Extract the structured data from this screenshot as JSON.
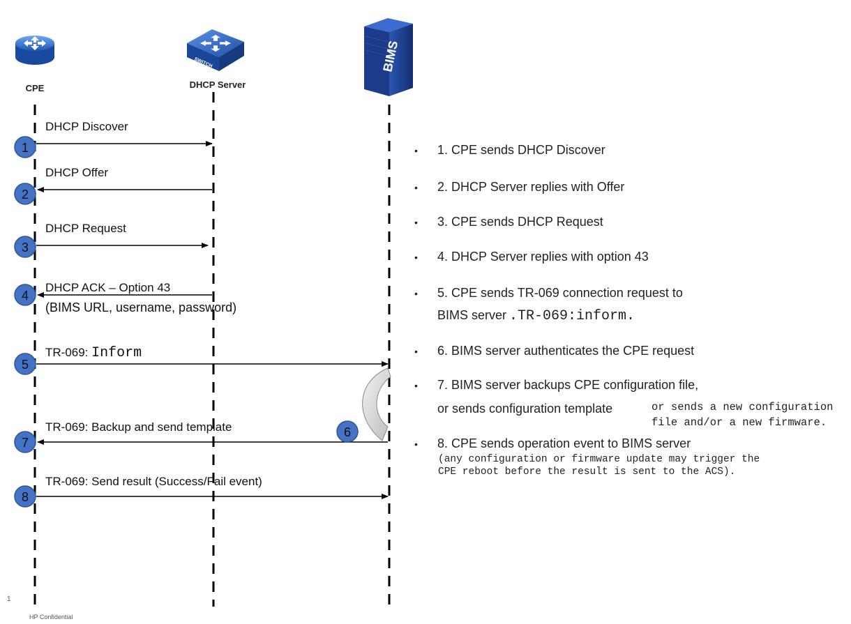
{
  "actors": {
    "cpe": {
      "label": "CPE",
      "icon": "router-icon"
    },
    "dhcp": {
      "label": "DHCP Server",
      "icon": "switch-icon",
      "badge": "SWITCH"
    },
    "bims": {
      "label": "BIMS",
      "icon": "server-tower-icon"
    }
  },
  "messages": [
    {
      "step": "1",
      "label": "DHCP Discover",
      "label2": "",
      "from": "cpe",
      "to": "dhcp"
    },
    {
      "step": "2",
      "label": "DHCP Offer",
      "label2": "",
      "from": "dhcp",
      "to": "cpe"
    },
    {
      "step": "3",
      "label": "DHCP Request",
      "label2": "",
      "from": "cpe",
      "to": "dhcp"
    },
    {
      "step": "4",
      "label": "DHCP ACK – Option 43",
      "label2": "(BIMS URL, username, password)",
      "from": "dhcp",
      "to": "cpe"
    },
    {
      "step": "5",
      "label": "TR-069: ",
      "label_code": "Inform",
      "label2": "",
      "from": "cpe",
      "to": "bims"
    },
    {
      "step": "7",
      "label": "TR-069: Backup and send template",
      "label2": "",
      "from": "bims",
      "to": "cpe"
    },
    {
      "step": "8",
      "label": "TR-069: Send result (Success/Fail event)",
      "label2": "",
      "from": "cpe",
      "to": "bims"
    }
  ],
  "self_step": {
    "step": "6"
  },
  "steps_list": [
    {
      "text": "1. CPE sends DHCP Discover"
    },
    {
      "text": "2. DHCP Server replies with Offer"
    },
    {
      "text": "3. CPE sends DHCP Request"
    },
    {
      "text": "4. DHCP Server replies with option 43"
    },
    {
      "text": "5. CPE sends TR-069 connection request to",
      "cont": "BIMS server",
      "cont_code": ".TR-069:inform."
    },
    {
      "text": "6. BIMS server authenticates the CPE request"
    },
    {
      "text": "7. BIMS server backups CPE configuration file,",
      "cont": "or sends configuration template",
      "code_a": "or sends a new configuration",
      "code_b": "file and/or a new firmware."
    },
    {
      "text": "8.  CPE sends operation event to BIMS server",
      "note_a": "(any configuration or firmware update may trigger the",
      "note_b": " CPE reboot before the result is sent to the ACS)."
    }
  ],
  "footer": {
    "page": "1",
    "confidential": "HP Confidential"
  },
  "colors": {
    "badge_fill": "#4472c4",
    "badge_stroke": "#2f5597",
    "line": "#000000",
    "router_blue": "#2d6fcf",
    "server_navy": "#1f3f8f"
  }
}
